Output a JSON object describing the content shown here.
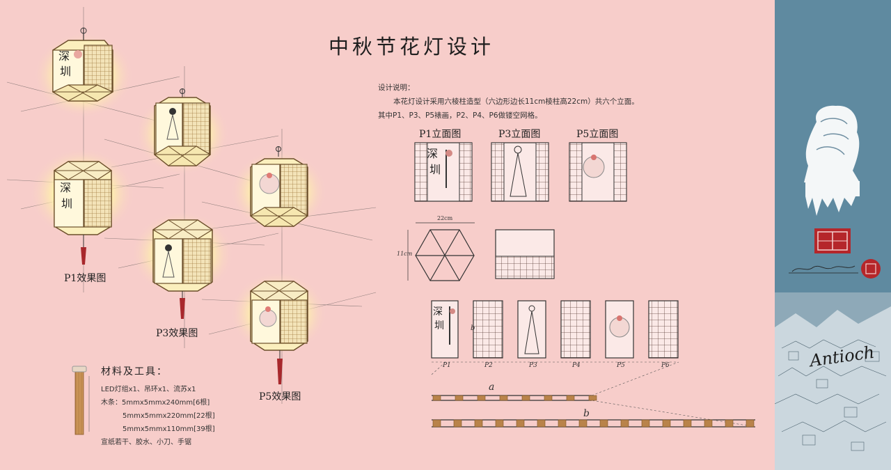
{
  "title": "中秋节花灯设计",
  "description": {
    "heading": "设计说明：",
    "line1": "本花灯设计采用六棱柱造型（六边形边长11cm棱柱高22cm）共六个立面。",
    "line2": "其中P1、P3、P5裱画，P2、P4、P6做镂空网格。"
  },
  "render_labels": {
    "p1": "P1效果图",
    "p3": "P3效果图",
    "p5": "P5效果图"
  },
  "elevation_labels": {
    "p1": "P1立面图",
    "p3": "P3立面图",
    "p5": "P5立面图"
  },
  "lantern_text": {
    "char1": "深",
    "char2": "圳"
  },
  "dimensions": {
    "width": "22cm",
    "side": "11cm",
    "b_label": "b",
    "a_label": "a"
  },
  "panel_labels": [
    "P1",
    "P2",
    "P3",
    "P4",
    "P5",
    "P6"
  ],
  "strip_labels": {
    "a": "a",
    "b": "b"
  },
  "materials": {
    "heading": "材料及工具：",
    "line1": "LED灯组x1、吊环x1、流苏x1",
    "line2": "木条：5mmx5mmx240mm[6根]",
    "line3": "5mmx5mmx220mm[22根]",
    "line4": "5mmx5mmx110mm[39根]",
    "line5": "宣纸若干、胶水、小刀、手锯"
  },
  "signature": "Antioch",
  "colors": {
    "background": "#f7cdca",
    "sidebar": "#5f8aa0",
    "seal_red": "#b5262a",
    "glow": "#fff6b0",
    "wood": "#c99356"
  }
}
